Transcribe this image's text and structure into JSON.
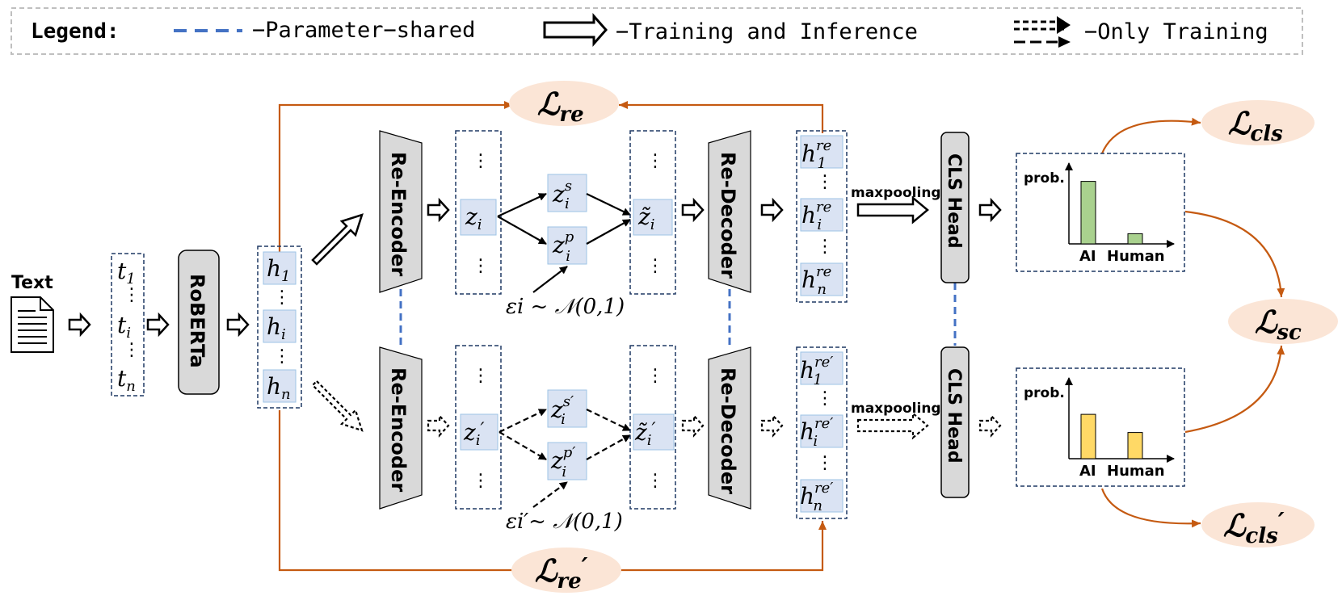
{
  "legend": {
    "title": "Legend:",
    "param_shared": "−Parameter−shared",
    "train_infer": "−Training and Inference",
    "only_train": "−Only Training"
  },
  "input": {
    "text_label": "Text"
  },
  "tokens": {
    "t1": "t",
    "t1_sub": "1",
    "ti": "t",
    "ti_sub": "i",
    "tn": "t",
    "tn_sub": "n"
  },
  "roberta": {
    "label": "RoBERTa"
  },
  "hidden": {
    "h": "h",
    "h1_sub": "1",
    "hi_sub": "i",
    "hn_sub": "n"
  },
  "encoder": {
    "label": "Re-Encoder"
  },
  "decoder": {
    "label": "Re-Decoder"
  },
  "latent": {
    "z": "z",
    "zi_sub": "i",
    "prime": "′",
    "zs_sup": "s",
    "zp_sup": "p",
    "zs_sup_prime": "s′",
    "zp_sup_prime": "p′",
    "noise_top": "εi ~ 𝒩(0,1)",
    "noise_bottom": "εi′~ 𝒩(0,1)"
  },
  "recon": {
    "h": "h",
    "re": "re",
    "re_prime": "re′",
    "sub_1": "1",
    "sub_i": "i",
    "sub_n": "n"
  },
  "pooling": {
    "label": "maxpooling"
  },
  "cls_head": {
    "label": "CLS Head"
  },
  "prob_charts": {
    "ylabel": "prob.",
    "categories": [
      "AI",
      "Human"
    ],
    "top_values": [
      0.86,
      0.14
    ],
    "bottom_values": [
      0.61,
      0.36
    ],
    "top_color": "#a9d18e",
    "bottom_color": "#ffd966"
  },
  "losses": {
    "re": "ℒ",
    "re_sub": "re",
    "re_prime_sub": "re",
    "cls_sub": "cls",
    "sc_sub": "sc",
    "prime": "′"
  },
  "colors": {
    "orange": "#c55a11",
    "loss_fill": "#fbe5d6",
    "shared_blue": "#4472c4",
    "node_fill": "#dae3f3",
    "block_fill": "#d9d9d9",
    "dash_border": "#1f3864"
  }
}
